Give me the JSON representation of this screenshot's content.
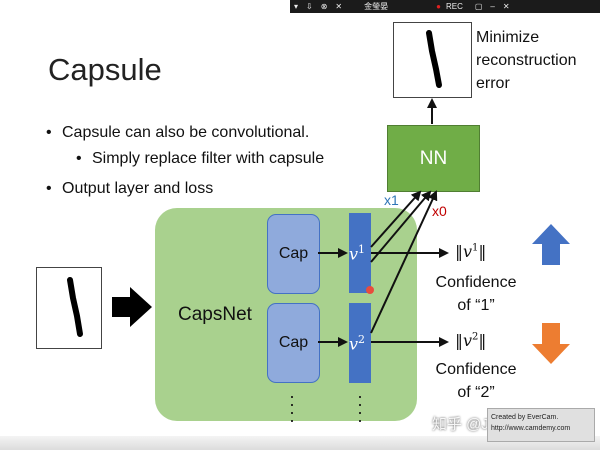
{
  "recorder": {
    "name": "金瑩晏",
    "rec_label": "REC"
  },
  "slide": {
    "title": "Capsule",
    "bullets": [
      "Capsule can also be convolutional.",
      "Simply replace filter with capsule",
      "Output layer and loss"
    ],
    "capsnet_label": "CapsNet",
    "cap_label": "Cap",
    "v_symbol": "v",
    "v1_sup": "1",
    "v2_sup": "2",
    "nn_label": "NN",
    "reconstruction_text": [
      "Minimize",
      "reconstruction",
      "error"
    ],
    "x1_label": "x1",
    "x0_label": "x0",
    "confidence_1": [
      "Confidence",
      "of “1”"
    ],
    "confidence_2": [
      "Confidence",
      "of “2”"
    ],
    "norm_open": "‖",
    "norm_close": "‖",
    "colors": {
      "capsnet_bg": "#a9d18e",
      "cap_box": "#8faadc",
      "vector_bar": "#4472c4",
      "nn_box": "#70ad47",
      "arrow_up": "#4472c4",
      "arrow_down": "#ed7d31",
      "x1_color": "#2e75b6",
      "x0_color": "#c00000"
    }
  },
  "overlay": {
    "watermark": "知乎 @JinpengZhang",
    "camdemy_line1": "Created by EverCam.",
    "camdemy_line2": "http://www.camdemy.com"
  }
}
